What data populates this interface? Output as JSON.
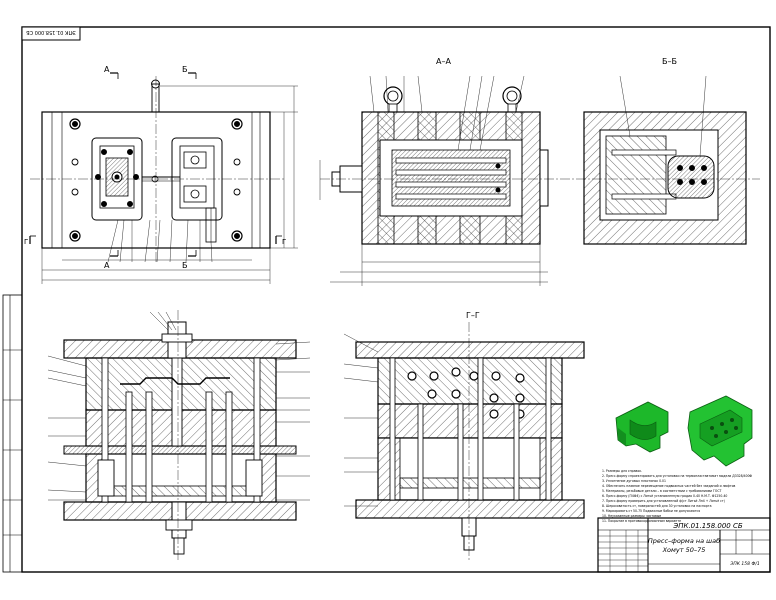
{
  "drawing": {
    "stamp_top": "ЭПК 01.158.000 СБ",
    "section_labels": {
      "aa": "А–А",
      "bb": "Б–Б",
      "gg": "Г–Г",
      "a": "А",
      "b": "Б",
      "g": "Г"
    },
    "title_block": {
      "designation": "ЭПК.01.158.000 СБ",
      "name_line1": "Пресс–форма на шаб",
      "name_line2": "Хомут 50–75",
      "org": "ЭПК 158 Ф/1"
    },
    "notes": [
      "1. Размеры для справок.",
      "2. Пресс-форму спроектировать для установки на термопластавтомат модели Д3328/400Ф",
      "3. Уплотнение дуговых пластинок 0.01",
      "4. Обеспечить плавное перемещение подвижных частей без заеданий и люфтов",
      "5. Материалы, резьбовые детали – в соответствии с требованиями ГОСТ",
      "6. Пресс-форму (П4Ф4) с Литьё установленную градио 0-40 Н.М.Т. Ф1250-40",
      "7. Пресс-форму проверить для установленной ф(ст Литьё Лп4 + Литьё ст)",
      "8. Шероховатость ст, поверхностей для 30 установки на паспорта",
      "9. Маркировать ст 50-75 Подвижные бабки не допускаются",
      "10. Неуказанные размеры чистовые",
      "11. Покрытие в противокоррозионном вариантe"
    ]
  }
}
